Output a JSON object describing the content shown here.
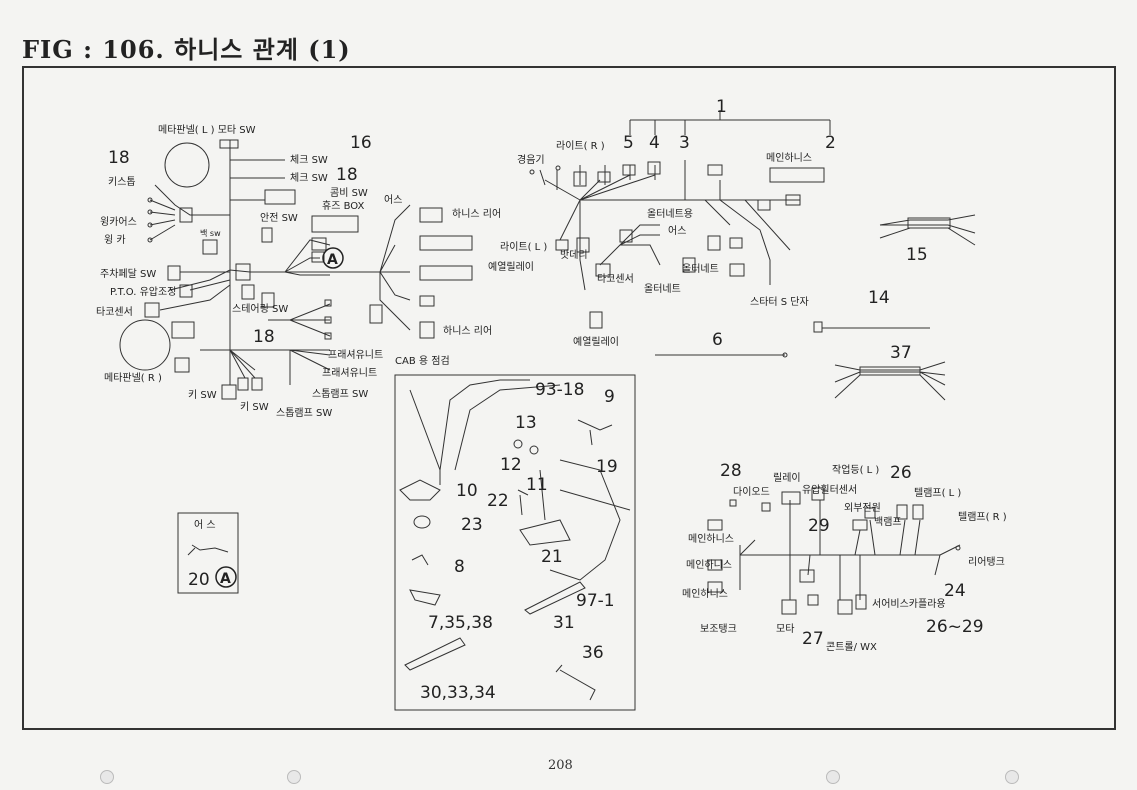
{
  "title": "FIG : 106.  하니스 관계 (1)",
  "page_number": "208",
  "labels": {
    "meter_panel_l_motor_sw": "메타판넬( L ) 모타 SW",
    "check_sw_1": "체크 SW",
    "check_sw_2": "체크 SW",
    "combi_sw": "콤비 SW",
    "fuse_box": "휴즈 BOX",
    "safety_sw": "안전 SW",
    "key_switch": "키스톱",
    "winker_sw": "윙카어스",
    "winker": "윙      카",
    "back": "백 sw",
    "parking_pedal_sw": "주차페달 SW",
    "pto_oil_pressure": "P.T.O. 유압조정",
    "taco_sensor_left": "타코센서",
    "steering_sw": "스테어링 SW",
    "meter_panel_r": "메타판넬( R )",
    "key_sw_1": "키 SW",
    "key_sw_2": "키 SW",
    "pressure_unit_1": "프래셔유니트",
    "pressure_unit_2": "프래셔유니트",
    "stop_lamp_sw_1": "스톱램프 SW",
    "stop_lamp_sw_2": "스톱램프 SW",
    "earth_top": "어스",
    "harness_rear_1": "하니스 리어",
    "harness_rear_2": "하니스 리어",
    "cab_check": "CAB 용 점검",
    "horn": "경음기",
    "light_r": "라이트( R )",
    "light_l": "라이트( L )",
    "battery": "밧데리",
    "preheat_relay_1": "예열릴레이",
    "preheat_relay_2": "예열릴레이",
    "main_harness_top": "메인하니스",
    "alternator_for": "올터네트용",
    "earth_mid": "어스",
    "taco_sensor_mid": "타코센서",
    "alternator_1": "올터네트",
    "alternator_2": "올터네트",
    "starter_s_terminal": "스타터 S 단자",
    "earth_box": "어 스",
    "diode": "다이오드",
    "relay": "릴레이",
    "oil_filter_sensor": "유압휠터센서",
    "work_lamp_l": "작업등( L )",
    "tail_lamp_l": "텔램프( L )",
    "tail_lamp_r": "텔램프( R )",
    "external_power": "외부전원",
    "back_lamp": "백램프",
    "main_harness_1": "메인하니스",
    "main_harness_2": "메인하니스",
    "main_harness_3": "메인하니스",
    "rear_tank": "리어탱크",
    "aux_tank": "보조탱크",
    "motor": "모타",
    "control_wx": "콘트롤/ WX",
    "service_coupler": "서어비스카플라용"
  },
  "callouts": {
    "n1": "1",
    "n2": "2",
    "n3": "3",
    "n4": "4",
    "n5": "5",
    "n6": "6",
    "n14": "14",
    "n15": "15",
    "n16": "16",
    "n18a": "18",
    "n18b": "18",
    "n18c": "18",
    "n37": "37",
    "n9318": "93-18",
    "n9": "9",
    "n13": "13",
    "n12": "12",
    "n11": "11",
    "n19": "19",
    "n10": "10",
    "n22": "22",
    "n23": "23",
    "n21": "21",
    "n8": "8",
    "n973": "97-1",
    "n735": "7,35,38",
    "n31": "31",
    "n36": "36",
    "n303": "30,33,34",
    "n20": "20",
    "n28": "28",
    "n26a": "26",
    "n29": "29",
    "n24": "24",
    "n27": "27",
    "n2629": "26~29",
    "circle_a1": "A",
    "circle_a2": "A"
  }
}
